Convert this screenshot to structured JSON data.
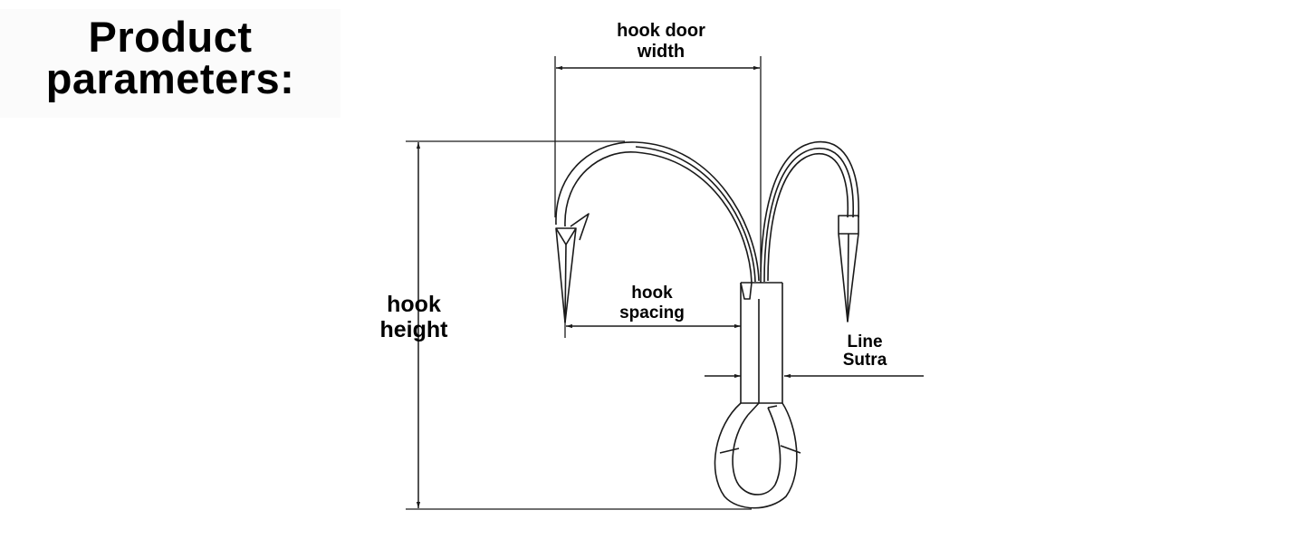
{
  "title": {
    "line1": "Product",
    "line2": "parameters:"
  },
  "labels": {
    "hook_door_width": {
      "line1": "hook door",
      "line2": "width"
    },
    "hook_spacing": {
      "line1": "hook",
      "line2": "spacing"
    },
    "hook_height": {
      "line1": "hook",
      "line2": "height"
    },
    "line_sutra": {
      "line1": "Line",
      "line2": "Sutra"
    }
  },
  "colors": {
    "stroke": "#1a1a1a",
    "text": "#000000",
    "background": "#ffffff",
    "title_panel": "#fbfbfb"
  }
}
